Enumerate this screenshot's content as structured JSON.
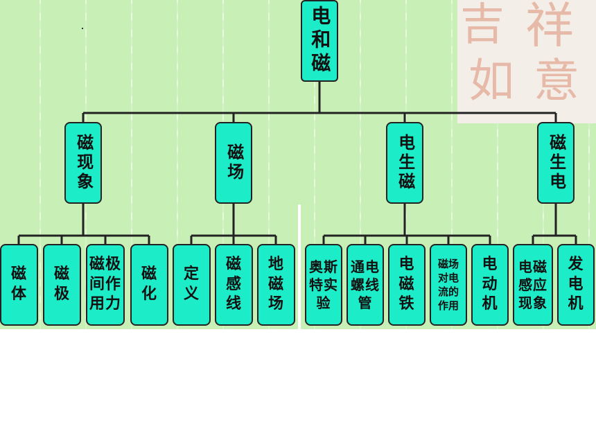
{
  "diagram": {
    "root": {
      "label": "电和磁"
    },
    "branches": [
      {
        "label": "磁现象",
        "children": [
          "磁体",
          "磁极",
          "磁极间作用力",
          "磁化"
        ]
      },
      {
        "label": "磁场",
        "children": [
          "定义",
          "磁感线",
          "地磁场"
        ]
      },
      {
        "label": "电生磁",
        "children": [
          "奥斯特实验",
          "通电螺线管",
          "电磁铁",
          "磁场对电流的作用",
          "电动机"
        ]
      },
      {
        "label": "磁生电",
        "children": [
          "电磁感应现象",
          "发电机"
        ]
      }
    ]
  },
  "watermark": {
    "text": "吉祥如意"
  },
  "colors": {
    "node": "#1cecc7",
    "line": "#222222",
    "background": "#c8efb6"
  }
}
